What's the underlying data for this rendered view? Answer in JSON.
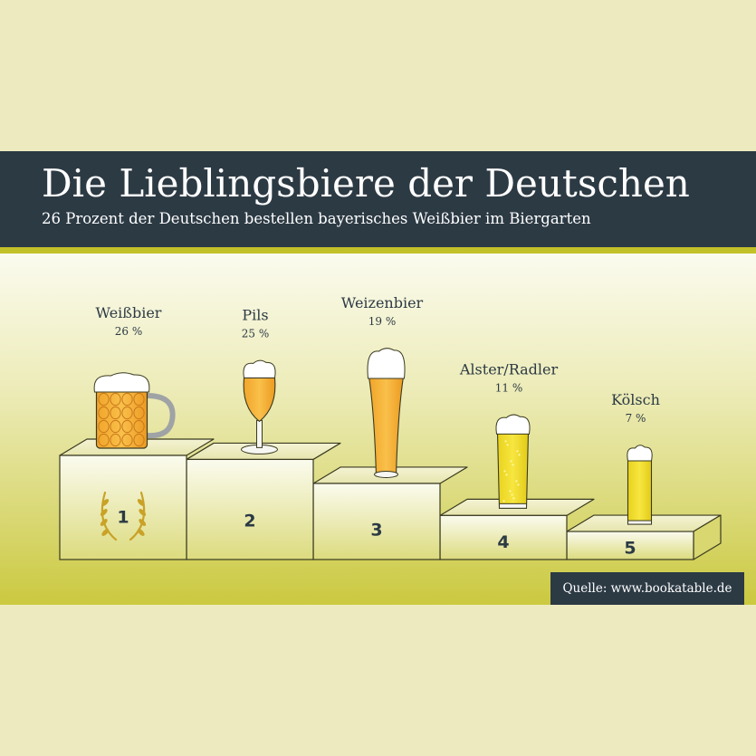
{
  "header": {
    "title": "Die Lieblingsbiere der Deutschen",
    "subtitle": "26 Prozent der Deutschen bestellen bayerisches Weißbier im Biergarten"
  },
  "footer": {
    "source": "Quelle: www.bookatable.de"
  },
  "colors": {
    "banner": "#2c3a44",
    "accent_line": "#c3c12a",
    "background": "#eeeac0",
    "podium_stroke": "#3a3a20",
    "laurel": "#c9a227"
  },
  "chart_data": {
    "type": "bar",
    "title": "Die Lieblingsbiere der Deutschen",
    "subtitle": "26 Prozent der Deutschen bestellen bayerisches Weißbier im Biergarten",
    "xlabel": "",
    "ylabel": "",
    "unit": "%",
    "categories": [
      "Weißbier",
      "Pils",
      "Weizenbier",
      "Alster/Radler",
      "Kölsch"
    ],
    "values": [
      26,
      25,
      19,
      11,
      7
    ],
    "value_labels": [
      "26 %",
      "25 %",
      "19 %",
      "11 %",
      "7 %"
    ],
    "ranks": [
      "1",
      "2",
      "3",
      "4",
      "5"
    ],
    "glass_icons": [
      "beer-mug-icon",
      "pils-tulip-glass-icon",
      "weizen-glass-icon",
      "radler-glass-icon",
      "koelsch-stange-icon"
    ],
    "ylim": [
      0,
      26
    ],
    "grid": false,
    "legend": "none"
  }
}
